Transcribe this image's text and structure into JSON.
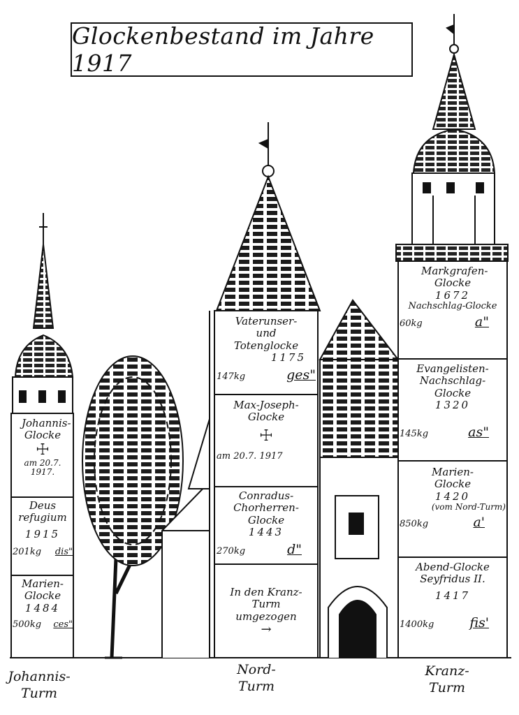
{
  "title": "Glockenbestand im Jahre 1917",
  "johannis": {
    "caption": "Johannis-Turm",
    "bell1": {
      "name": "Johannis-Glocke",
      "symbol": "☩",
      "date": "am 20.7. 1917."
    },
    "bell2": {
      "name": "Deus refugium",
      "year": "1915",
      "weight": "201kg",
      "tone": "dis\""
    },
    "bell3": {
      "name": "Marien-Glocke",
      "year": "1484",
      "weight": "500kg",
      "tone": "ces\""
    }
  },
  "nord": {
    "caption": "Nord-Turm",
    "bell1": {
      "name": "Vaterunser-und Totenglocke",
      "year": "1175",
      "weight": "147kg",
      "tone": "ges\""
    },
    "bell2": {
      "name": "Max-Joseph-Glocke",
      "symbol": "☩",
      "date": "am 20.7. 1917"
    },
    "bell3": {
      "name": "Conradus-Chorherren-Glocke",
      "year": "1443",
      "weight": "270kg",
      "tone": "d\""
    },
    "bell4": {
      "note": "In den Kranz-Turm umgezogen",
      "arrow": "→"
    }
  },
  "kranz": {
    "caption": "Kranz-Turm",
    "bell1": {
      "name": "Markgrafen-Glocke",
      "year": "1672",
      "sub": "Nachschlag-Glocke",
      "weight": "60kg",
      "tone": "a\""
    },
    "bell2": {
      "name": "Evangelisten-Nachschlag-Glocke",
      "year": "1320",
      "weight": "145kg",
      "tone": "as\""
    },
    "bell3": {
      "name": "Marien-Glocke",
      "year": "1420",
      "note": "(vom Nord-Turm)",
      "weight": "850kg",
      "tone": "a'"
    },
    "bell4": {
      "name": "Abend-Glocke Seyfridus II.",
      "year": "1417",
      "weight": "1400kg",
      "tone": "fis'"
    }
  }
}
